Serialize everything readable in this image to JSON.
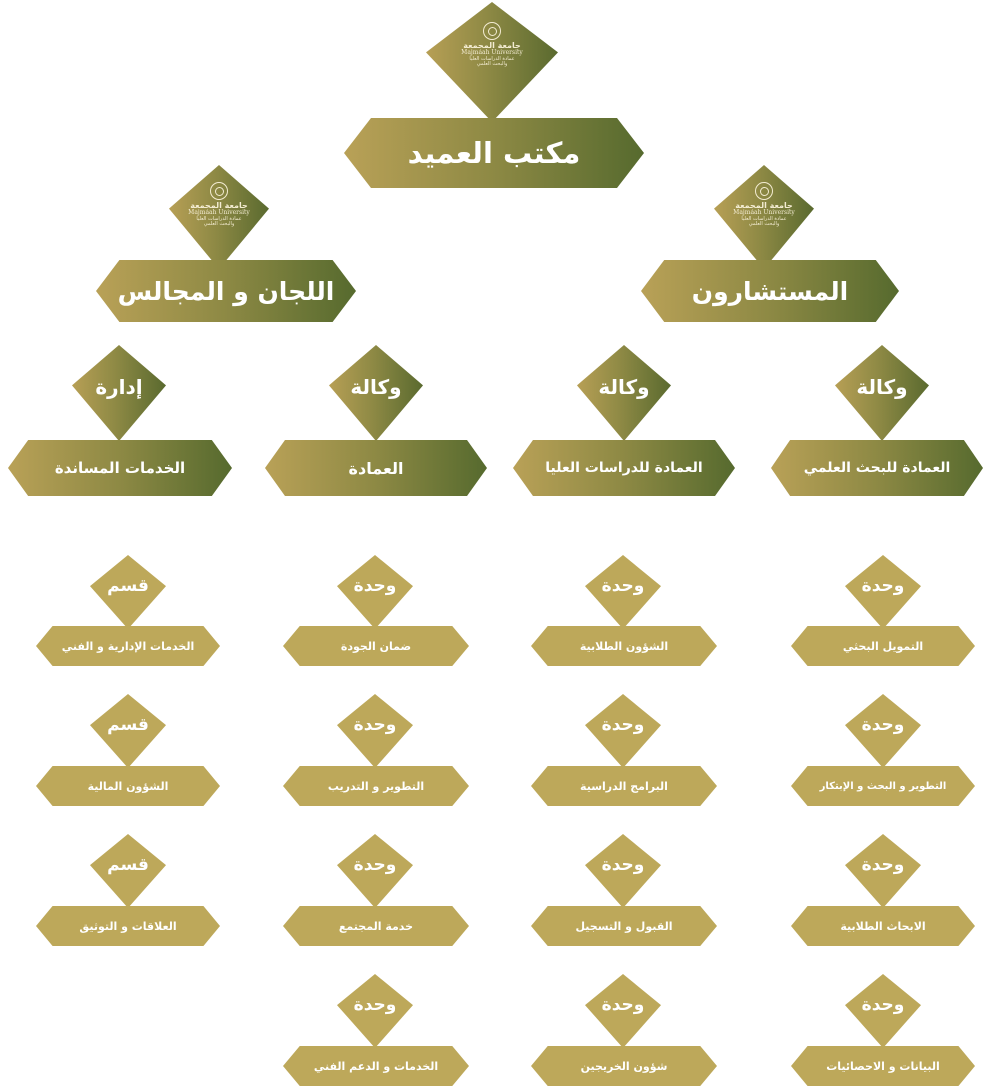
{
  "logo": {
    "university_ar": "جامعة المجمعة",
    "university_en": "Majmaah University",
    "deanship_line1": "عمادة الدراسات العليا",
    "deanship_line2": "والبحث العلمي"
  },
  "dean": {
    "title": "مكتب العميد"
  },
  "level2": {
    "committees": "اللجان و المجالس",
    "advisors": "المستشارون"
  },
  "vice": [
    {
      "badge": "إدارة",
      "label": "الخدمات المساندة"
    },
    {
      "badge": "وكالة",
      "label": "العمادة"
    },
    {
      "badge": "وكالة",
      "label": "العمادة للدراسات العليا"
    },
    {
      "badge": "وكالة",
      "label": "العمادة للبحث العلمي"
    }
  ],
  "units": {
    "col1": [
      {
        "badge": "قسم",
        "label": "الخدمات الإدارية و الفني"
      },
      {
        "badge": "قسم",
        "label": "الشؤون المالية"
      },
      {
        "badge": "قسم",
        "label": "العلاقات و التوثيق"
      }
    ],
    "col2": [
      {
        "badge": "وحدة",
        "label": "ضمان الجودة"
      },
      {
        "badge": "وحدة",
        "label": "التطوير و التدريب"
      },
      {
        "badge": "وحدة",
        "label": "خدمة المجتمع"
      },
      {
        "badge": "وحدة",
        "label": "الخدمات و الدعم الفني"
      }
    ],
    "col3": [
      {
        "badge": "وحدة",
        "label": "الشؤون الطلابية"
      },
      {
        "badge": "وحدة",
        "label": "البرامج الدراسية"
      },
      {
        "badge": "وحدة",
        "label": "القبول و التسجيل"
      },
      {
        "badge": "وحدة",
        "label": "شؤون الخريجين"
      }
    ],
    "col4": [
      {
        "badge": "وحدة",
        "label": "التمويل البحثي"
      },
      {
        "badge": "وحدة",
        "label": "التطوير و البحث و الإبتكار"
      },
      {
        "badge": "وحدة",
        "label": "الابحاث الطلابية"
      },
      {
        "badge": "وحدة",
        "label": "البيانات و الاحصائيات"
      }
    ]
  },
  "colors": {
    "gold": "#bda85a",
    "olive": "#566a2e"
  }
}
